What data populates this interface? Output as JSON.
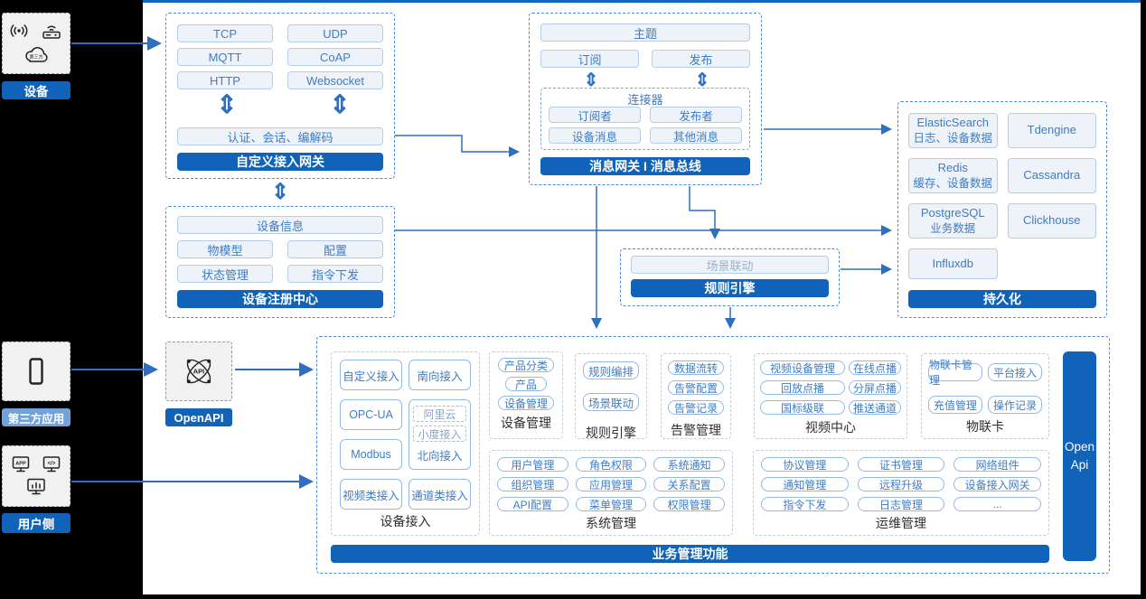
{
  "icons": {
    "updown_arrow": "⇕"
  },
  "sidebar": {
    "device": {
      "label": "设备",
      "cloud_text": "第三方"
    },
    "third_party": {
      "label": "第三方应用"
    },
    "user_side": {
      "label": "用户侧",
      "app_icon_text": "APP",
      "code_icon_text": "</>"
    }
  },
  "open_api_node": {
    "label": "OpenAPI",
    "icon_text": "API"
  },
  "gateway": {
    "protocols": [
      "TCP",
      "UDP",
      "MQTT",
      "CoAP",
      "HTTP",
      "Websocket"
    ],
    "auth_label": "认证、会话、编解码",
    "title": "自定义接入网关"
  },
  "registry": {
    "info_label": "设备信息",
    "items": [
      "物模型",
      "配置",
      "状态管理",
      "指令下发"
    ],
    "title": "设备注册中心"
  },
  "message_bus": {
    "topic_label": "主题",
    "subscribe_label": "订阅",
    "publish_label": "发布",
    "connector_title": "连接器",
    "connector_items": [
      "订阅者",
      "发布者",
      "设备消息",
      "其他消息"
    ],
    "title": "消息网关 I 消息总线"
  },
  "rule_engine_node": {
    "scene_label": "场景联动",
    "title": "规则引擎"
  },
  "persistence": {
    "title": "持久化",
    "stores": [
      {
        "name": "ElasticSearch",
        "desc": "日志、设备数据"
      },
      {
        "name": "Tdengine"
      },
      {
        "name": "Redis",
        "desc": "缓存、设备数据"
      },
      {
        "name": "Cassandra"
      },
      {
        "name": "PostgreSQL",
        "desc": "业务数据"
      },
      {
        "name": "Clickhouse"
      },
      {
        "name": "Influxdb"
      }
    ]
  },
  "business": {
    "title": "业务管理功能",
    "open_api_bar_label": "Open Api",
    "device_access": {
      "label": "设备接入",
      "pills": [
        "自定义接入",
        "南向接入",
        "OPC-UA",
        "Modbus",
        "视频类接入",
        "通道类接入"
      ],
      "north_dashed": [
        "阿里云",
        "小度接入"
      ],
      "north_label": "北向接入"
    },
    "device_mgmt": {
      "label": "设备管理",
      "items": [
        "产品分类",
        "产品",
        "设备管理"
      ]
    },
    "rule_engine": {
      "label": "规则引擎",
      "items": [
        "规则编排",
        "场景联动"
      ]
    },
    "alarm": {
      "label": "告警管理",
      "items": [
        "数据流转",
        "告警配置",
        "告警记录"
      ]
    },
    "video": {
      "label": "视频中心",
      "items": [
        "视频设备管理",
        "在线点播",
        "回放点播",
        "分屏点播",
        "国标级联",
        "推送通道"
      ]
    },
    "iot_card": {
      "label": "物联卡",
      "items": [
        "物联卡管理",
        "平台接入",
        "充值管理",
        "操作记录"
      ]
    },
    "system": {
      "label": "系统管理",
      "items": [
        "用户管理",
        "角色权限",
        "系统通知",
        "组织管理",
        "应用管理",
        "关系配置",
        "API配置",
        "菜单管理",
        "权限管理"
      ]
    },
    "ops": {
      "label": "运维管理",
      "items": [
        "协议管理",
        "证书管理",
        "网络组件",
        "通知管理",
        "远程升级",
        "设备接入网关",
        "指令下发",
        "日志管理",
        "..."
      ]
    }
  },
  "colors": {
    "accent_blue": "#1063b8",
    "light_label_blue": "#73a1d9",
    "line_blue": "#2e6fc0"
  }
}
